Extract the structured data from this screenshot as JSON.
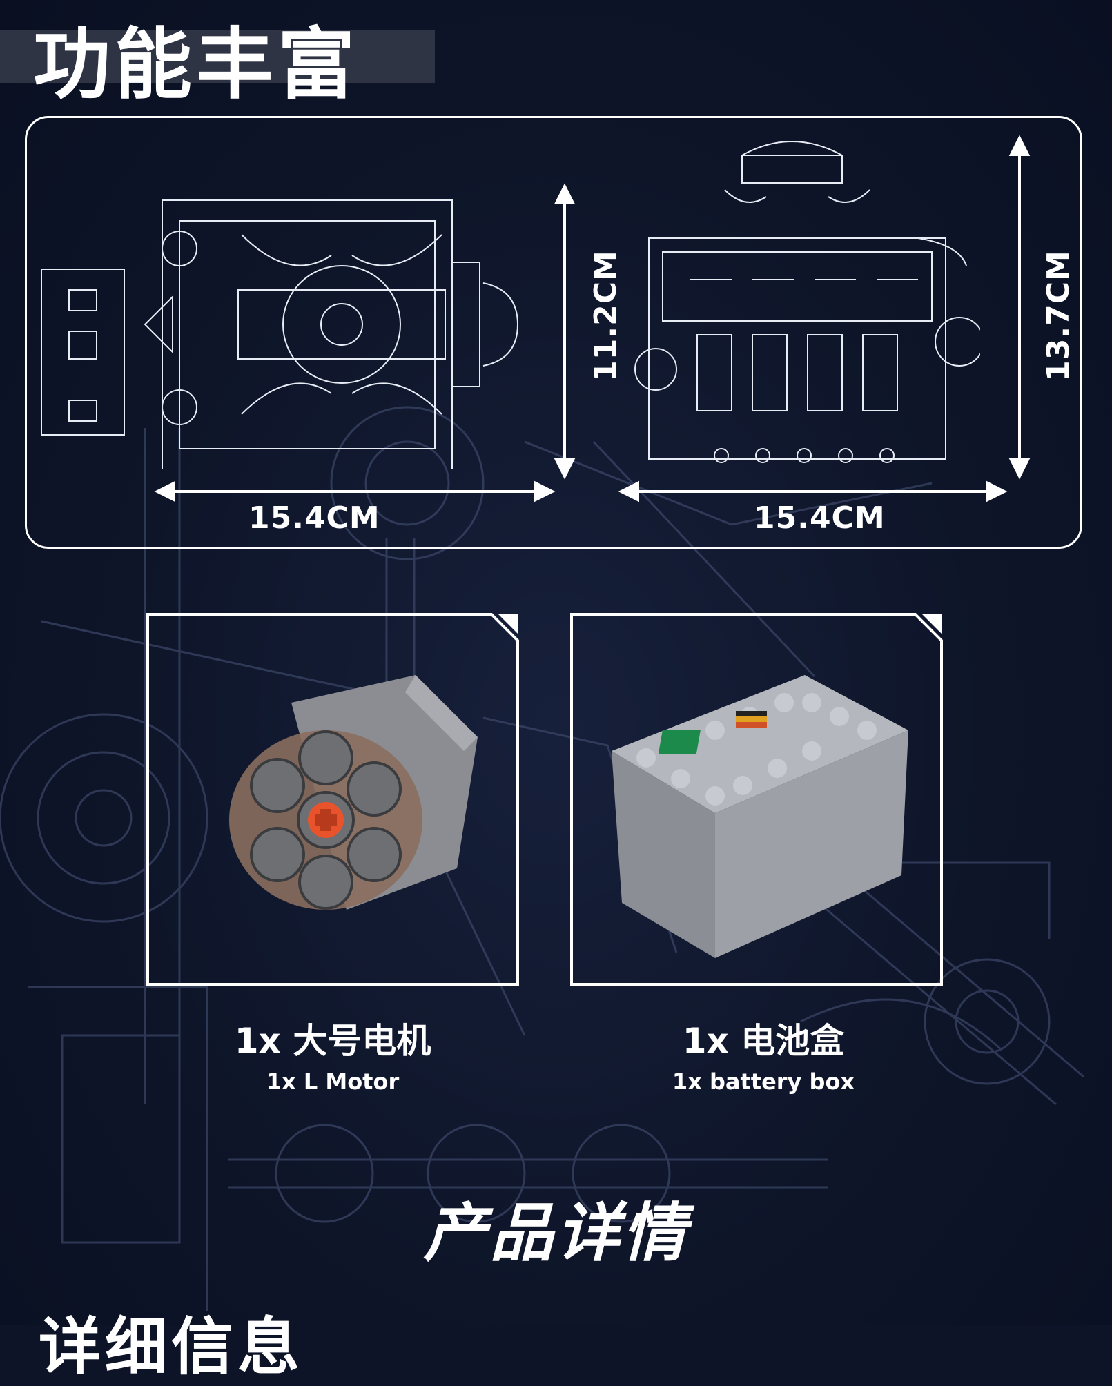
{
  "header": {
    "title": "功能丰富"
  },
  "dimensions": {
    "top_view": {
      "width": "15.4CM",
      "height": "11.2CM"
    },
    "side_view": {
      "width": "15.4CM",
      "height": "13.7CM"
    }
  },
  "parts": [
    {
      "title": "1x 大号电机",
      "subtitle": "1x L Motor",
      "icon": "l-motor-image"
    },
    {
      "title": "1x 电池盒",
      "subtitle": "1x  battery box",
      "icon": "battery-box-image"
    }
  ],
  "sections": {
    "details_title": "产品详情",
    "next_title": "详细信息"
  },
  "colors": {
    "background": "#0d1428",
    "title_bar": "#2f3444",
    "line": "#ffffff"
  }
}
